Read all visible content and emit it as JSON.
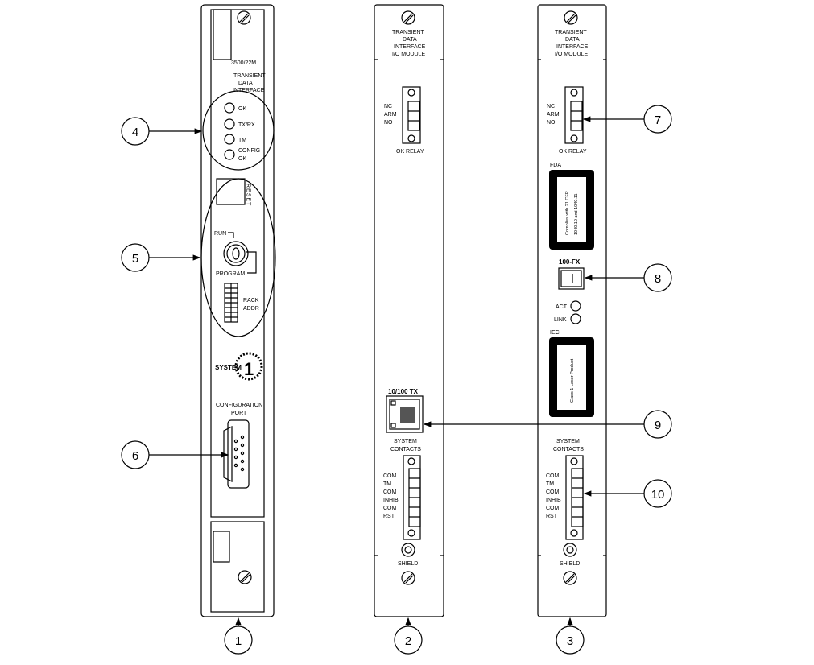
{
  "module1": {
    "model": "3500/22M",
    "title": [
      "TRANSIENT",
      "DATA",
      "INTERFACE"
    ],
    "leds": [
      "OK",
      "TX/RX",
      "TM",
      "CONFIG",
      "OK"
    ],
    "reset": "RESET",
    "run": "RUN",
    "program": "PROGRAM",
    "rack_addr": [
      "RACK",
      "ADDR"
    ],
    "logo": "SYSTEM 1",
    "config_port": [
      "CONFIGURATION",
      "PORT"
    ]
  },
  "module2": {
    "title": [
      "TRANSIENT",
      "DATA",
      "INTERFACE",
      "I/O MODULE"
    ],
    "relay_labels": [
      "NC",
      "ARM",
      "NO"
    ],
    "relay": "OK RELAY",
    "ethernet": "10/100 TX",
    "contacts_title": [
      "SYSTEM",
      "CONTACTS"
    ],
    "contacts": [
      "COM",
      "TM",
      "COM",
      "INHIB",
      "COM",
      "RST"
    ],
    "shield": "SHIELD"
  },
  "module3": {
    "title": [
      "TRANSIENT",
      "DATA",
      "INTERFACE",
      "I/O MODULE"
    ],
    "relay_labels": [
      "NC",
      "ARM",
      "NO"
    ],
    "relay": "OK RELAY",
    "fda": "FDA",
    "fda_text": [
      "Complies with 21 CFR",
      "1040.10 and 1040.11"
    ],
    "fiber": "100-FX",
    "act": "ACT",
    "link": "LINK",
    "iec": "IEC",
    "iec_text": "Class 1 Laser Product",
    "contacts_title": [
      "SYSTEM",
      "CONTACTS"
    ],
    "contacts": [
      "COM",
      "TM",
      "COM",
      "INHIB",
      "COM",
      "RST"
    ],
    "shield": "SHIELD"
  },
  "callouts": [
    "1",
    "2",
    "3",
    "4",
    "5",
    "6",
    "7",
    "8",
    "9",
    "10"
  ]
}
